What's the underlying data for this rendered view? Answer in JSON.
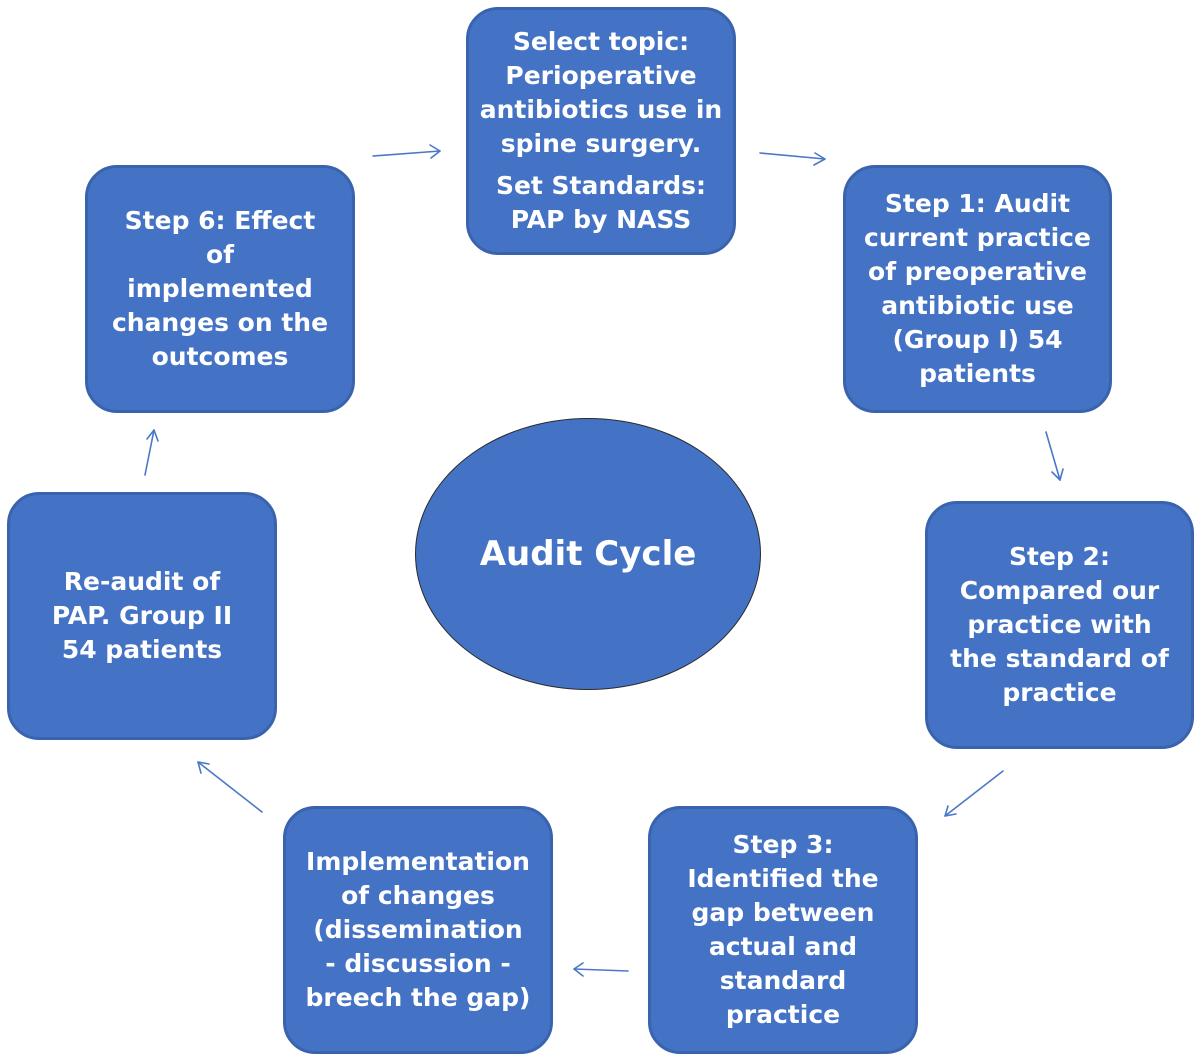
{
  "center": {
    "label": "Audit Cycle"
  },
  "steps": {
    "top": {
      "line1": "Select topic: Perioperative antibiotics use in spine surgery.",
      "line2": "Set Standards: PAP by NASS"
    },
    "step1": "Step 1: Audit current practice of preoperative antibiotic use (Group I) 54 patients",
    "step2": "Step 2: Compared our practice with the standard of practice",
    "step3": "Step 3: Identified the gap between actual and standard practice",
    "implementation": "Implementation of changes (dissemination - discussion - breech the gap)",
    "reaudit": "Re-audit of PAP. Group II 54 patients",
    "step6": "Step 6: Effect of implemented changes on the outcomes"
  },
  "colors": {
    "box_fill": "#4472c4",
    "arrow": "#4a78c8",
    "text": "#ffffff"
  }
}
